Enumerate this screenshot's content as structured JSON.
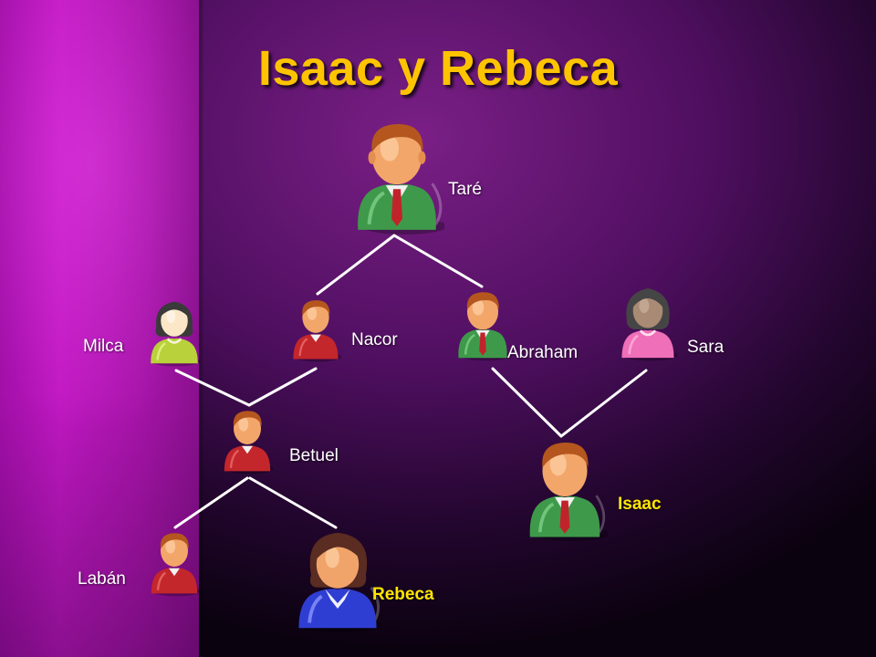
{
  "title": "Isaac y Rebeca",
  "people": {
    "tare": {
      "name": "Taré",
      "icon": "man-green-tie-icon"
    },
    "nacor": {
      "name": "Nacor",
      "icon": "man-red-shirt-icon"
    },
    "abraham": {
      "name": "Abraham",
      "icon": "man-green-tie-icon"
    },
    "milca": {
      "name": "Milca",
      "icon": "woman-yellow-icon"
    },
    "sara": {
      "name": "Sara",
      "icon": "woman-pink-icon"
    },
    "betuel": {
      "name": "Betuel",
      "icon": "man-red-shirt-icon"
    },
    "isaac": {
      "name": "Isaac",
      "icon": "man-green-tie-icon",
      "highlighted": true
    },
    "laban": {
      "name": "Labán",
      "icon": "man-red-shirt-icon"
    },
    "rebeca": {
      "name": "Rebeca",
      "icon": "woman-blue-icon",
      "highlighted": true
    }
  },
  "relations": [
    {
      "parent": "Taré",
      "children": [
        "Nacor",
        "Abraham"
      ]
    },
    {
      "parents": [
        "Milca",
        "Nacor"
      ],
      "child": "Betuel"
    },
    {
      "parents": [
        "Abraham",
        "Sara"
      ],
      "child": "Isaac"
    },
    {
      "parent": "Betuel",
      "children": [
        "Labán",
        "Rebeca"
      ]
    }
  ],
  "colors": {
    "title": "#ffc400",
    "highlight_label": "#ffe600",
    "label": "#ffffff",
    "connector": "#ffffff",
    "left_band": "#b414b8",
    "background": "#4f0f60"
  }
}
